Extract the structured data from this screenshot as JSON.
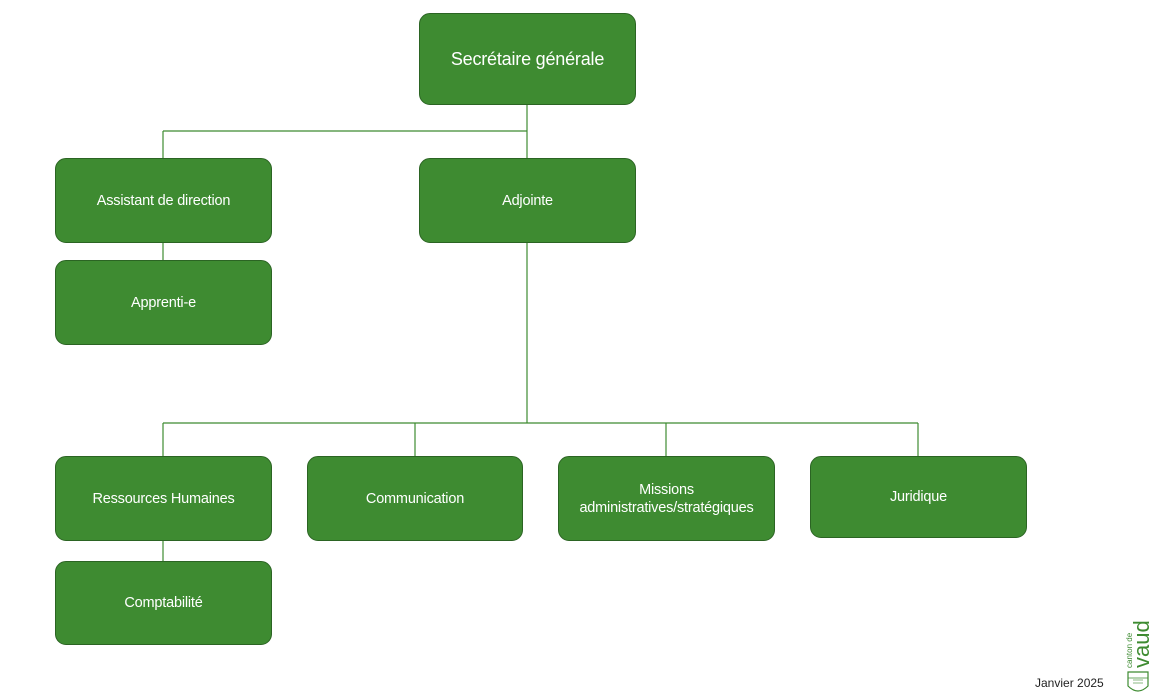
{
  "chart": {
    "nodes": {
      "secretaire": "Secrétaire générale",
      "assistant": "Assistant de direction",
      "adjointe": "Adjointe",
      "apprenti": "Apprenti-e",
      "rh": "Ressources Humaines",
      "communication": "Communication",
      "missions_line1": "Missions",
      "missions_line2": "administratives/stratégiques",
      "juridique": "Juridique",
      "comptabilite": "Comptabilité"
    },
    "hierarchy": [
      {
        "parent": "Secrétaire générale",
        "children": [
          "Assistant de direction",
          "Adjointe"
        ]
      },
      {
        "parent": "Assistant de direction",
        "children": [
          "Apprenti-e"
        ]
      },
      {
        "parent": "Adjointe",
        "children": [
          "Ressources Humaines",
          "Communication",
          "Missions administratives/stratégiques",
          "Juridique"
        ]
      },
      {
        "parent": "Ressources Humaines",
        "children": [
          "Comptabilité"
        ]
      }
    ]
  },
  "footer": {
    "date": "Janvier 2025"
  },
  "logo": {
    "text_small": "canton de",
    "text_large": "vaud"
  },
  "colors": {
    "node_fill": "#3e8b31",
    "node_border": "#2b6423",
    "connector": "#3e8b31",
    "text": "#ffffff"
  }
}
